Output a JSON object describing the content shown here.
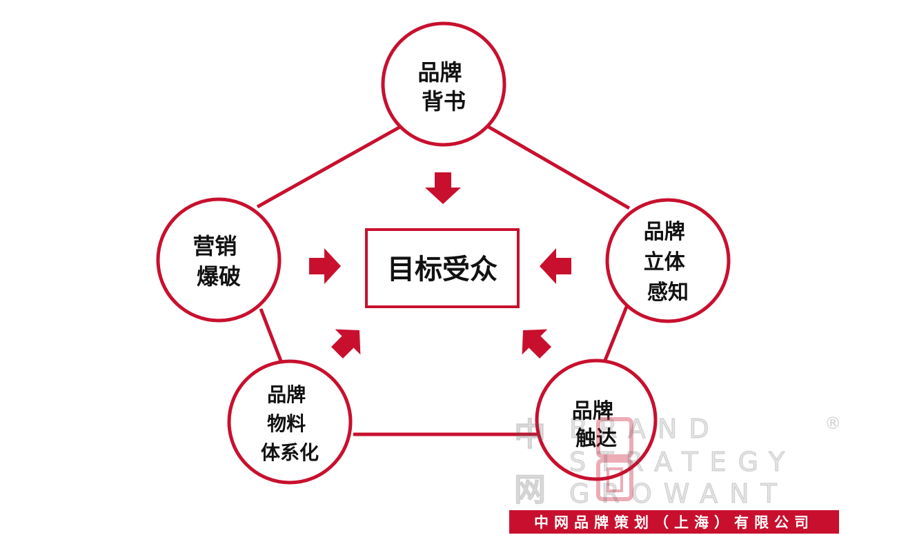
{
  "center": {
    "label": "目标受众"
  },
  "nodes": [
    {
      "id": "top",
      "lines": [
        "品牌",
        "背书"
      ]
    },
    {
      "id": "right",
      "lines": [
        "品牌",
        "立体",
        "感知"
      ]
    },
    {
      "id": "bottom-right",
      "lines": [
        "品牌",
        "触达"
      ]
    },
    {
      "id": "bottom-left",
      "lines": [
        "品牌",
        "物料",
        "体系化"
      ]
    },
    {
      "id": "left",
      "lines": [
        "营销",
        "爆破"
      ]
    }
  ],
  "watermark": {
    "cn_chars": [
      "中",
      "网"
    ],
    "lines": [
      "BRAND",
      "STRATEGY",
      "GROWANT"
    ],
    "registered": "®",
    "company": "中网品牌策划（上海）有限公司"
  },
  "colors": {
    "accent": "#c8102e",
    "text": "#111111",
    "background": "#ffffff"
  }
}
